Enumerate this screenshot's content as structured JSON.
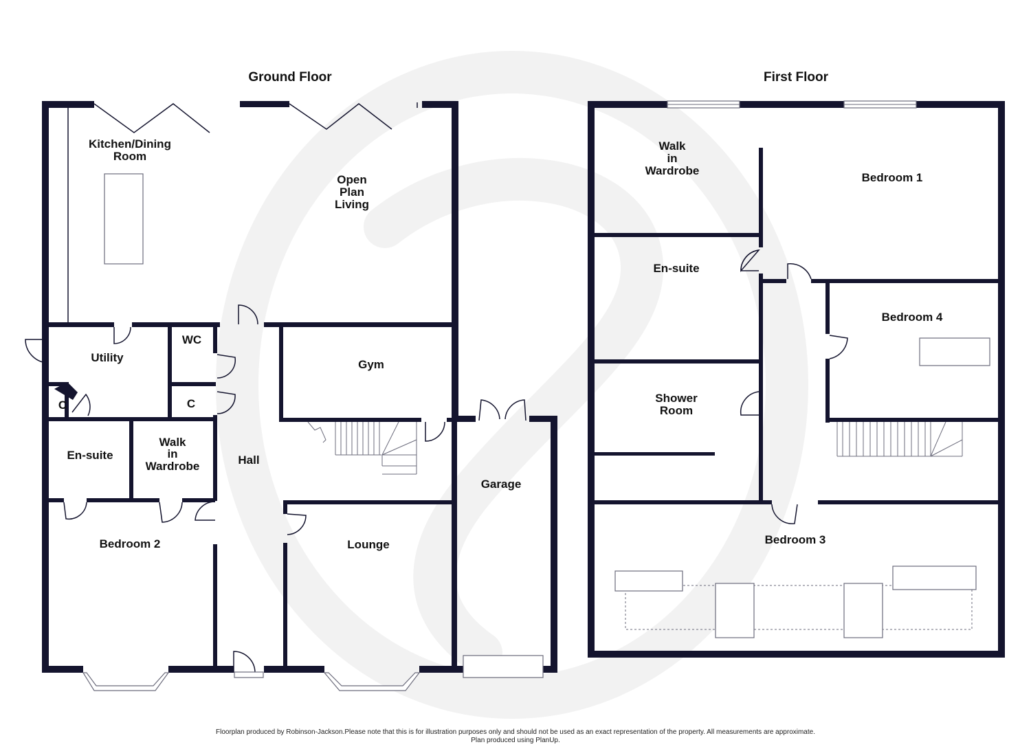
{
  "floors": {
    "ground": {
      "title": "Ground Floor",
      "rooms": {
        "kitchen_l1": "Kitchen/Dining",
        "kitchen_l2": "Room",
        "open_l1": "Open",
        "open_l2": "Plan",
        "open_l3": "Living",
        "utility": "Utility",
        "wc": "WC",
        "cupboard_a": "C",
        "cupboard_b": "C",
        "gym": "Gym",
        "ensuite": "En-suite",
        "walkin_l1": "Walk",
        "walkin_l2": "in",
        "walkin_l3": "Wardrobe",
        "hall": "Hall",
        "garage": "Garage",
        "bedroom2": "Bedroom 2",
        "lounge": "Lounge"
      }
    },
    "first": {
      "title": "First Floor",
      "rooms": {
        "walkin_l1": "Walk",
        "walkin_l2": "in",
        "walkin_l3": "Wardrobe",
        "bedroom1": "Bedroom 1",
        "ensuite": "En-suite",
        "bedroom4": "Bedroom 4",
        "shower_l1": "Shower",
        "shower_l2": "Room",
        "bedroom3": "Bedroom 3"
      }
    }
  },
  "footer": {
    "line1": "Floorplan produced by Robinson-Jackson.Please note that this is for illustration purposes only and should not be used as an exact representation of the property. All measurements are approximate.",
    "line2": "Plan produced using PlanUp."
  },
  "colors": {
    "wall": "#14142e",
    "watermark": "#f2f2f2",
    "fixture": "#6b6b7b"
  }
}
